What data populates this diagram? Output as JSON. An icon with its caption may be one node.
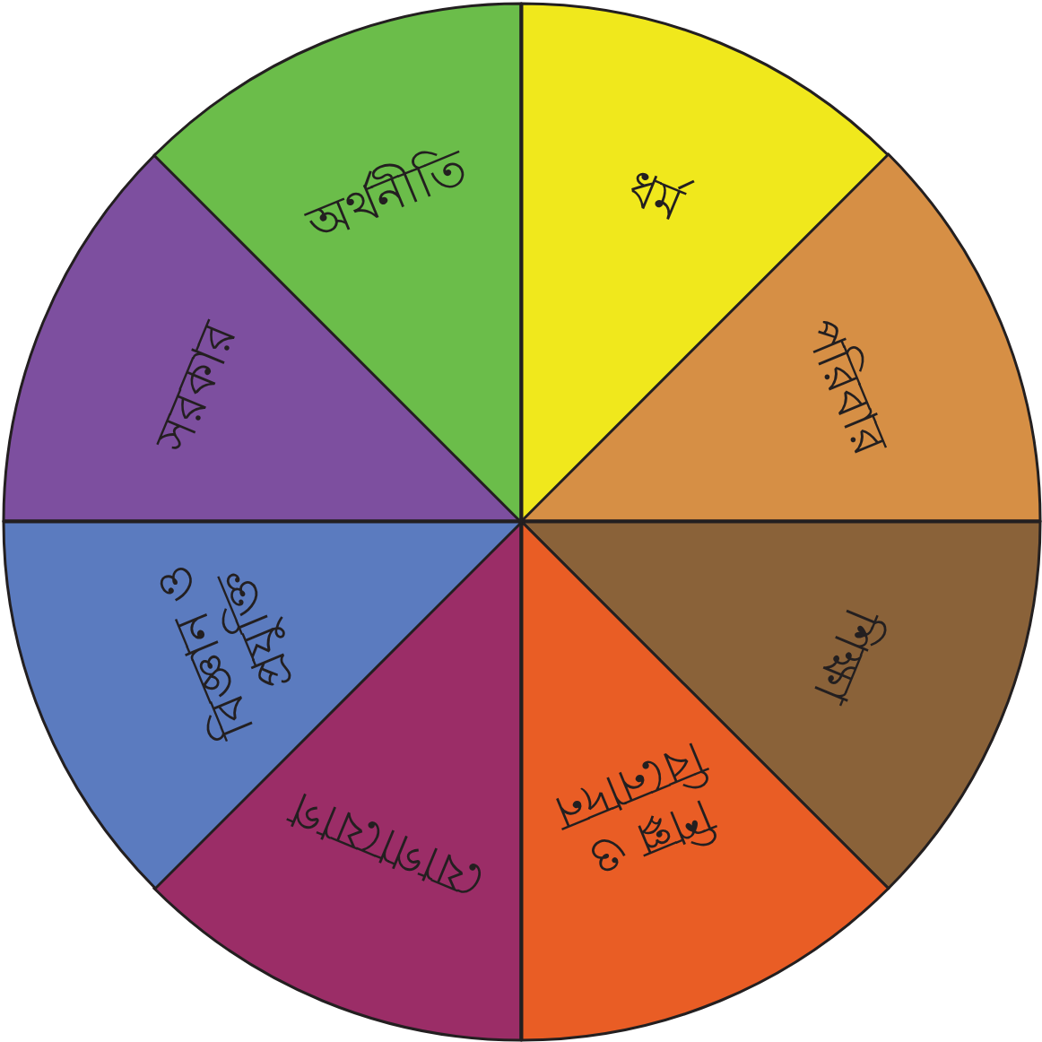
{
  "diagram": {
    "nodes": [
      {
        "text": [
          "ধর্ম"
        ]
      },
      {
        "text": [
          "পরিবার"
        ]
      },
      {
        "text": [
          "শিক্ষা"
        ]
      },
      {
        "text": [
          "শিল্প ও বিনোদন"
        ]
      },
      {
        "text": [
          "যোগাযোগ"
        ]
      },
      {
        "text": [
          "বিজ্ঞান ও প্রযুক্তি"
        ]
      },
      {
        "text": [
          "সরকার"
        ]
      },
      {
        "text": [
          "অর্থনীতি"
        ]
      }
    ]
  }
}
